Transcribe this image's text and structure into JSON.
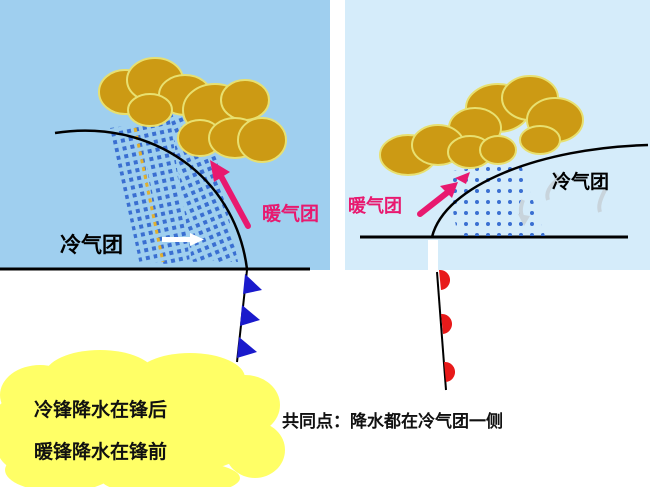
{
  "left_panel": {
    "cold_air_label": "冷气团",
    "warm_air_label": "暖气团",
    "front_type": "cold-front"
  },
  "right_panel": {
    "cold_air_label": "冷气团",
    "warm_air_label": "暖气团",
    "front_type": "warm-front"
  },
  "captions": {
    "cold_front_rain": "冷锋降水在锋后",
    "warm_front_rain": "暖锋降水在锋前",
    "common_point": "共同点：降水都在冷气团一侧"
  },
  "colors": {
    "left_sky": "#9fcfef",
    "right_sky": "#d5ecfa",
    "cloud": "#cc9a14",
    "rain": "#3a6fd1",
    "warm_arrow": "#e8196f",
    "cold_front_symbol": "#1a1acc",
    "warm_front_symbol": "#e81a1a",
    "caption_cloud": "#ffff66"
  }
}
